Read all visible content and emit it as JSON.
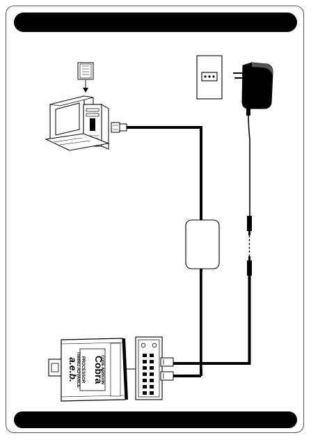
{
  "device": {
    "brand": "a.e.b.",
    "type_line_1": "TIMING ADVANCE",
    "type_line_2": "PROCESSOR",
    "model": "Cobra",
    "subtitle": "CODE AEB510N"
  },
  "colors": {
    "cable": "#000000",
    "accent": "#000000",
    "background": "#ffffff"
  }
}
